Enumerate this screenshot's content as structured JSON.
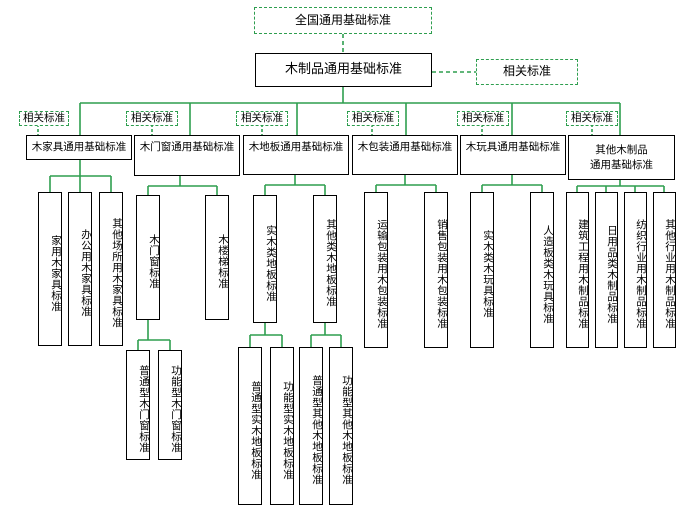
{
  "nodes": {
    "national": "全国通用基础标准",
    "root": "木制品通用基础标准",
    "related_top": "相关标准",
    "related_label": "相关标准",
    "cat1": "木家具通用基础标准",
    "cat2": "木门窗通用基础标准",
    "cat3": "木地板通用基础标准",
    "cat4": "木包装通用基础标准",
    "cat5": "木玩具通用基础标准",
    "cat6_line1": "其他木制品",
    "cat6_line2": "通用基础标准",
    "c1_a": "家用木家具标准",
    "c1_b": "办公用木家具标准",
    "c1_c": "其他场所用木家具标准",
    "c2_a": "木门窗标准",
    "c2_b": "木楼梯标准",
    "c2_a1": "普通型木门窗标准",
    "c2_a2": "功能型木门窗标准",
    "c3_a": "实木类地板标准",
    "c3_b": "其他类木地板标准",
    "c3_a1": "普通型实木地板标准",
    "c3_a2": "功能型实木地板标准",
    "c3_b1": "普通型其他木地板标准",
    "c3_b2": "功能型其他木地板标准",
    "c4_a": "运输包装用木包装标准",
    "c4_b": "销售包装用木包装标准",
    "c5_a": "实木类木玩具标准",
    "c5_b": "人造板类木玩具标准",
    "c6_a": "建筑工程用木制品标准",
    "c6_b": "日用品类木制品标准",
    "c6_c": "纺织行业用木制品标准",
    "c6_d": "其他行业用木制品标准"
  },
  "colors": {
    "connector": "#2e9e4f",
    "border": "#000000",
    "dashed": "#2e9e4f"
  }
}
